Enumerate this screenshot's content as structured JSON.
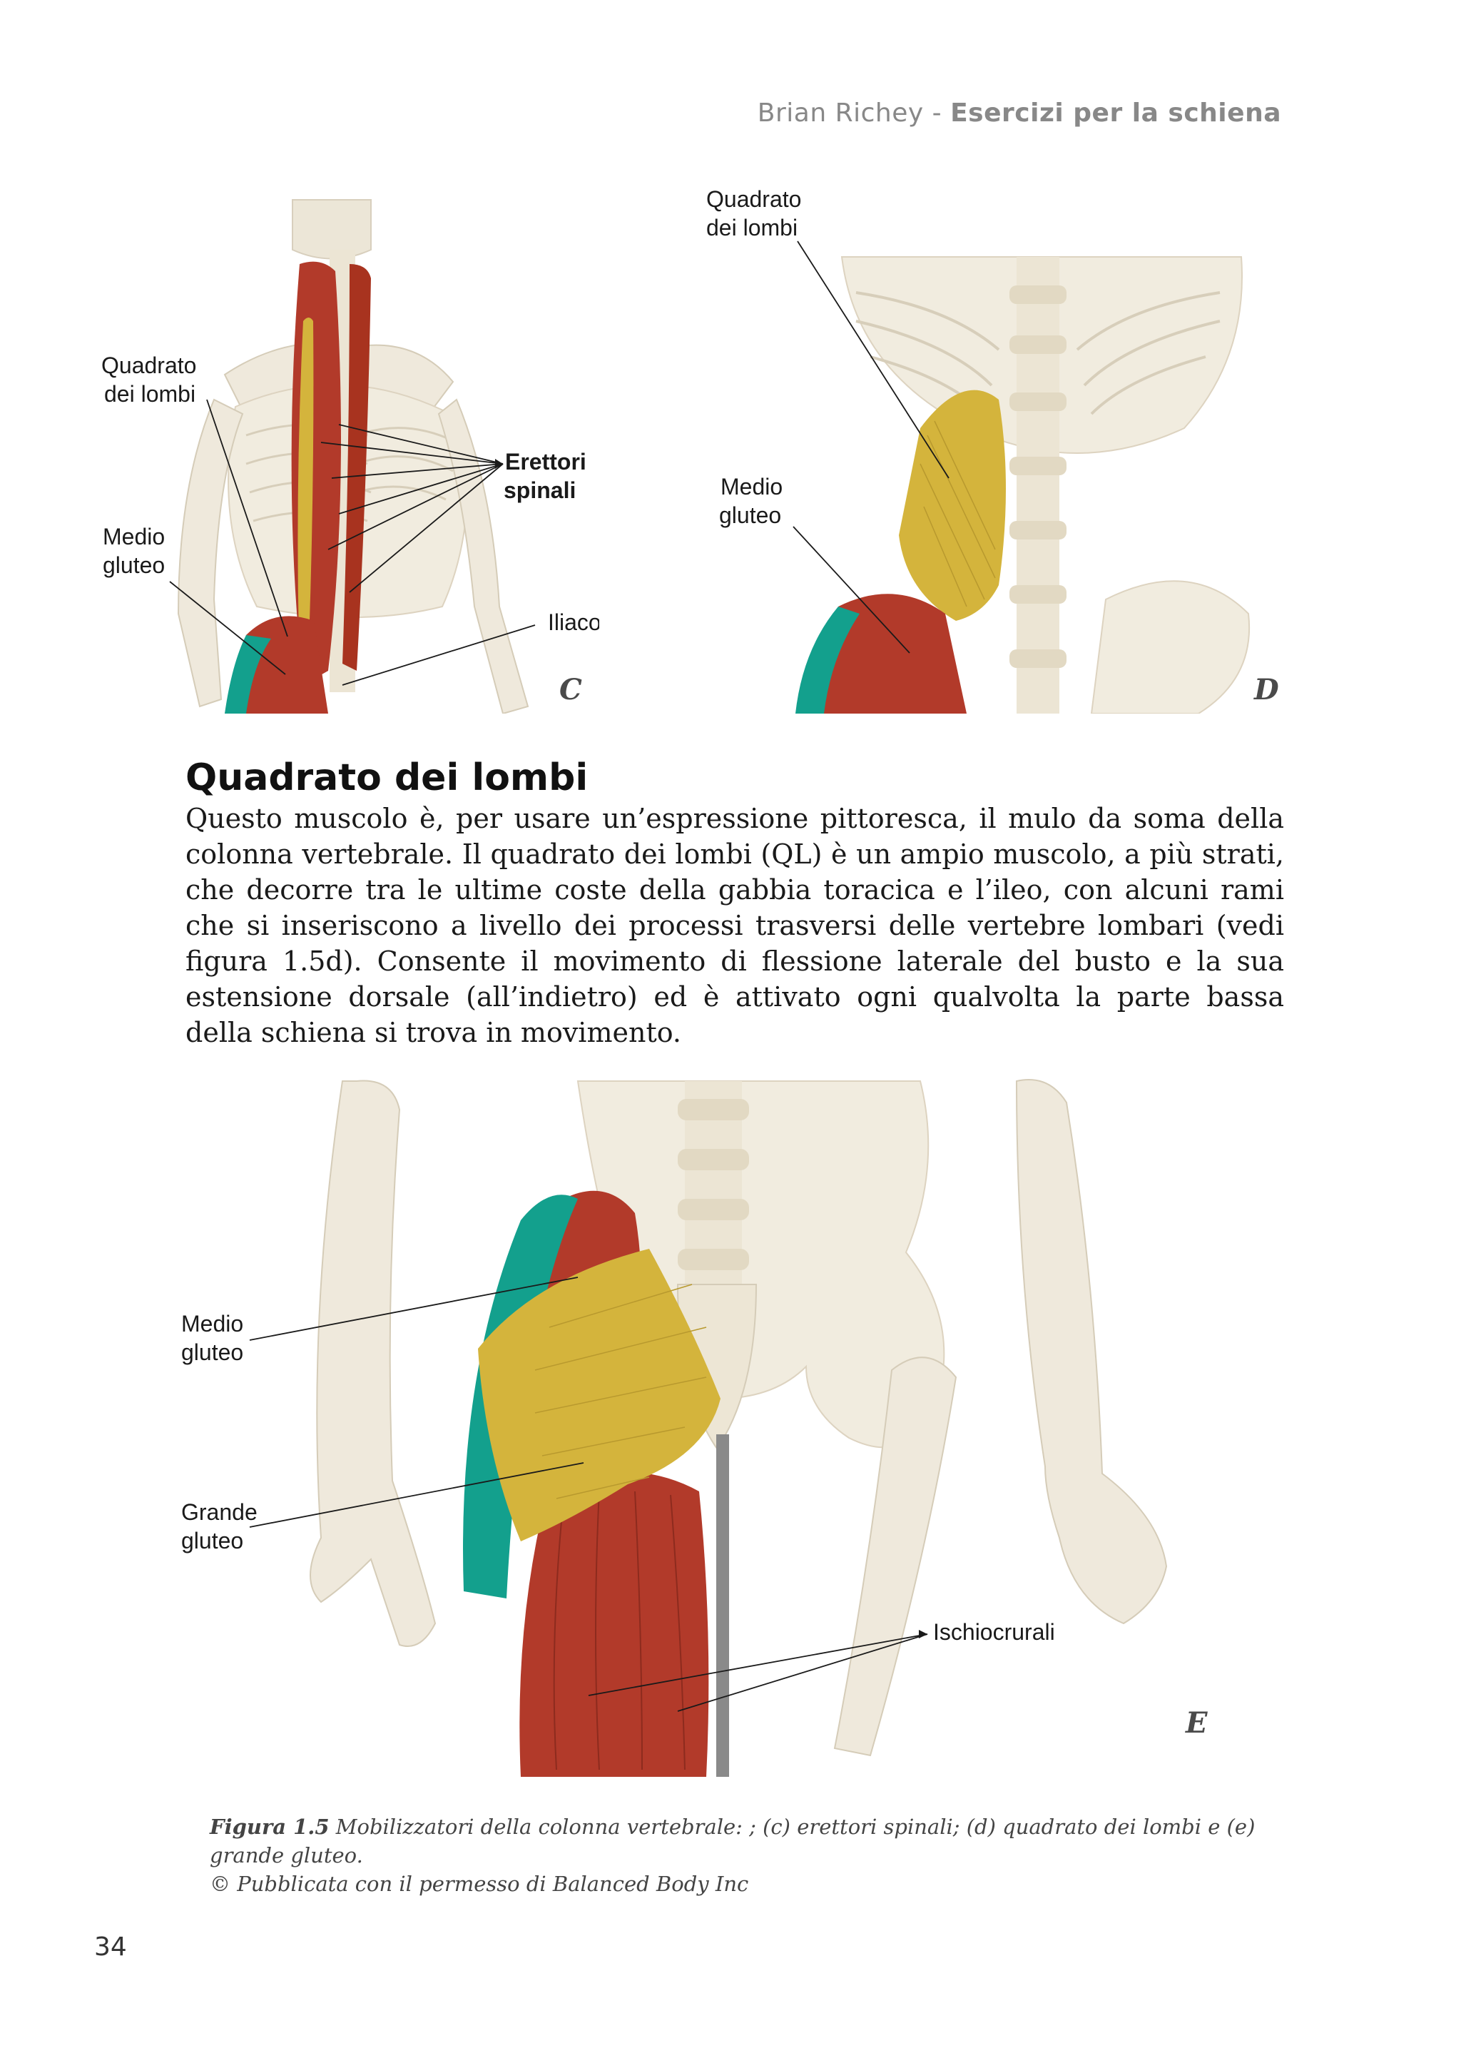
{
  "header": {
    "author": "Brian Richey",
    "separator": " - ",
    "title": "Esercizi per la schiena"
  },
  "figure_c": {
    "labels": {
      "quadrato_line1": "Quadrato",
      "quadrato_line2": "dei lombi",
      "erettori_line1": "Erettori",
      "erettori_line2": "spinali",
      "medio_line1": "Medio",
      "medio_line2": "gluteo",
      "iliaco": "Iliaco"
    },
    "letter": "C"
  },
  "figure_d": {
    "labels": {
      "quadrato_line1": "Quadrato",
      "quadrato_line2": "dei lombi",
      "medio_line1": "Medio",
      "medio_line2": "gluteo"
    },
    "letter": "D"
  },
  "section": {
    "title": "Quadrato dei lombi",
    "body": "Questo muscolo è, per usare un’espressione pittoresca, il mulo da soma della colonna vertebrale. Il quadrato dei lombi (QL) è un ampio muscolo, a più strati, che decorre tra le ultime coste della gabbia toracica e l’ileo, con alcuni rami che si inseriscono a livello dei processi trasversi delle vertebre lombari (vedi figura 1.5d). Consente il movimento di flessione laterale del busto e la sua estensione dorsale (all’indietro) ed è attivato ogni qualvolta la parte bassa della schiena si trova in movimento."
  },
  "figure_e": {
    "labels": {
      "medio_line1": "Medio",
      "medio_line2": "gluteo",
      "grande_line1": "Grande",
      "grande_line2": "gluteo",
      "ischio": "Ischiocrurali"
    },
    "letter": "E"
  },
  "caption": {
    "figure_number": "Figura 1.5",
    "text": " Mobilizzatori della colonna vertebrale: ; (c) erettori spinali; (d) quadrato dei lombi e (e) grande gluteo.",
    "credit": "© Pubblicata con il permesso di Balanced Body Inc"
  },
  "page_number": "34",
  "colors": {
    "bone": "#efe9dc",
    "muscle_red": "#b23a2a",
    "muscle_yellow": "#d4b43c",
    "muscle_teal": "#13a08d"
  }
}
